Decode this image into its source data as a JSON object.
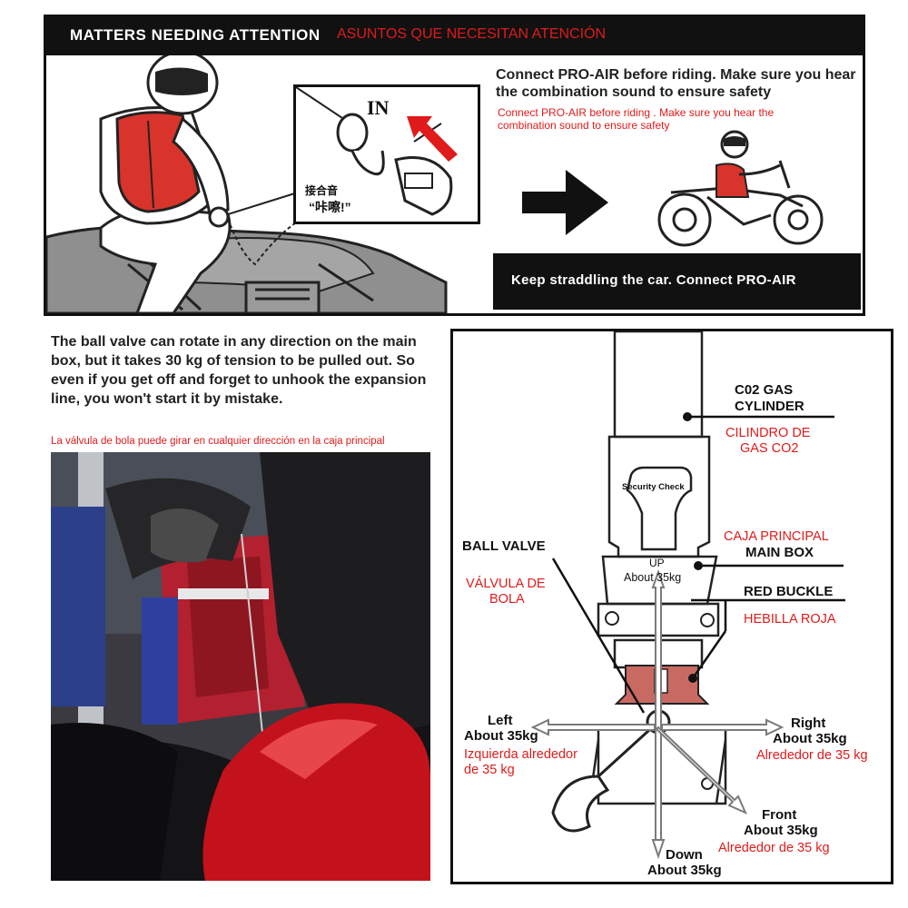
{
  "header": {
    "title_en": "MATTERS NEEDING ATTENTION",
    "title_es": "ASUNTOS QUE NECESITAN ATENCIÓN"
  },
  "illustration": {
    "in_label": "IN",
    "sound_caption_1": "接合音",
    "sound_caption_2": "“咔嚓!”"
  },
  "connect": {
    "text_en": "Connect PRO-AIR before riding. Make sure you hear the combination sound to ensure safety",
    "text_es": "Connect PRO-AIR before riding . Make sure you hear the combination sound to ensure safety"
  },
  "keep": {
    "text": "Keep straddling the car. Connect PRO-AIR"
  },
  "ball_valve_info": {
    "text_en": "The ball valve can rotate in any direction on the main box, but it takes 30 kg of tension to be pulled out. So even if you get off and forget to unhook the expansion line, you won't start it by mistake.",
    "text_es": "La válvula de bola puede girar en cualquier dirección en la caja principal"
  },
  "diagram": {
    "security_check": "Security Check",
    "co2_en_1": "C02 GAS",
    "co2_en_2": "CYLINDER",
    "co2_es_1": "CILINDRO DE",
    "co2_es_2": "GAS CO2",
    "main_box_es": "CAJA PRINCIPAL",
    "main_box_en": "MAIN BOX",
    "ball_valve_en": "BALL VALVE",
    "ball_valve_es_1": "VÁLVULA DE",
    "ball_valve_es_2": "BOLA",
    "red_buckle_en": "RED BUCKLE",
    "red_buckle_es": "HEBILLA ROJA",
    "up_1": "UP",
    "up_2": "About 35kg",
    "left_1": "Left",
    "left_2": "About 35kg",
    "left_es_1": "Izquierda alrededor",
    "left_es_2": "de 35 kg",
    "right_1": "Right",
    "right_2": "About 35kg",
    "right_es": "Alrededor de 35 kg",
    "front_1": "Front",
    "front_2": "About 35kg",
    "front_es": "Alrededor de 35 kg",
    "down_1": "Down",
    "down_2": "About 35kg"
  },
  "colors": {
    "accent_red": "#e01b1b",
    "vest_red": "#d8342b",
    "buckle_red": "#c96a62",
    "black": "#111111"
  }
}
